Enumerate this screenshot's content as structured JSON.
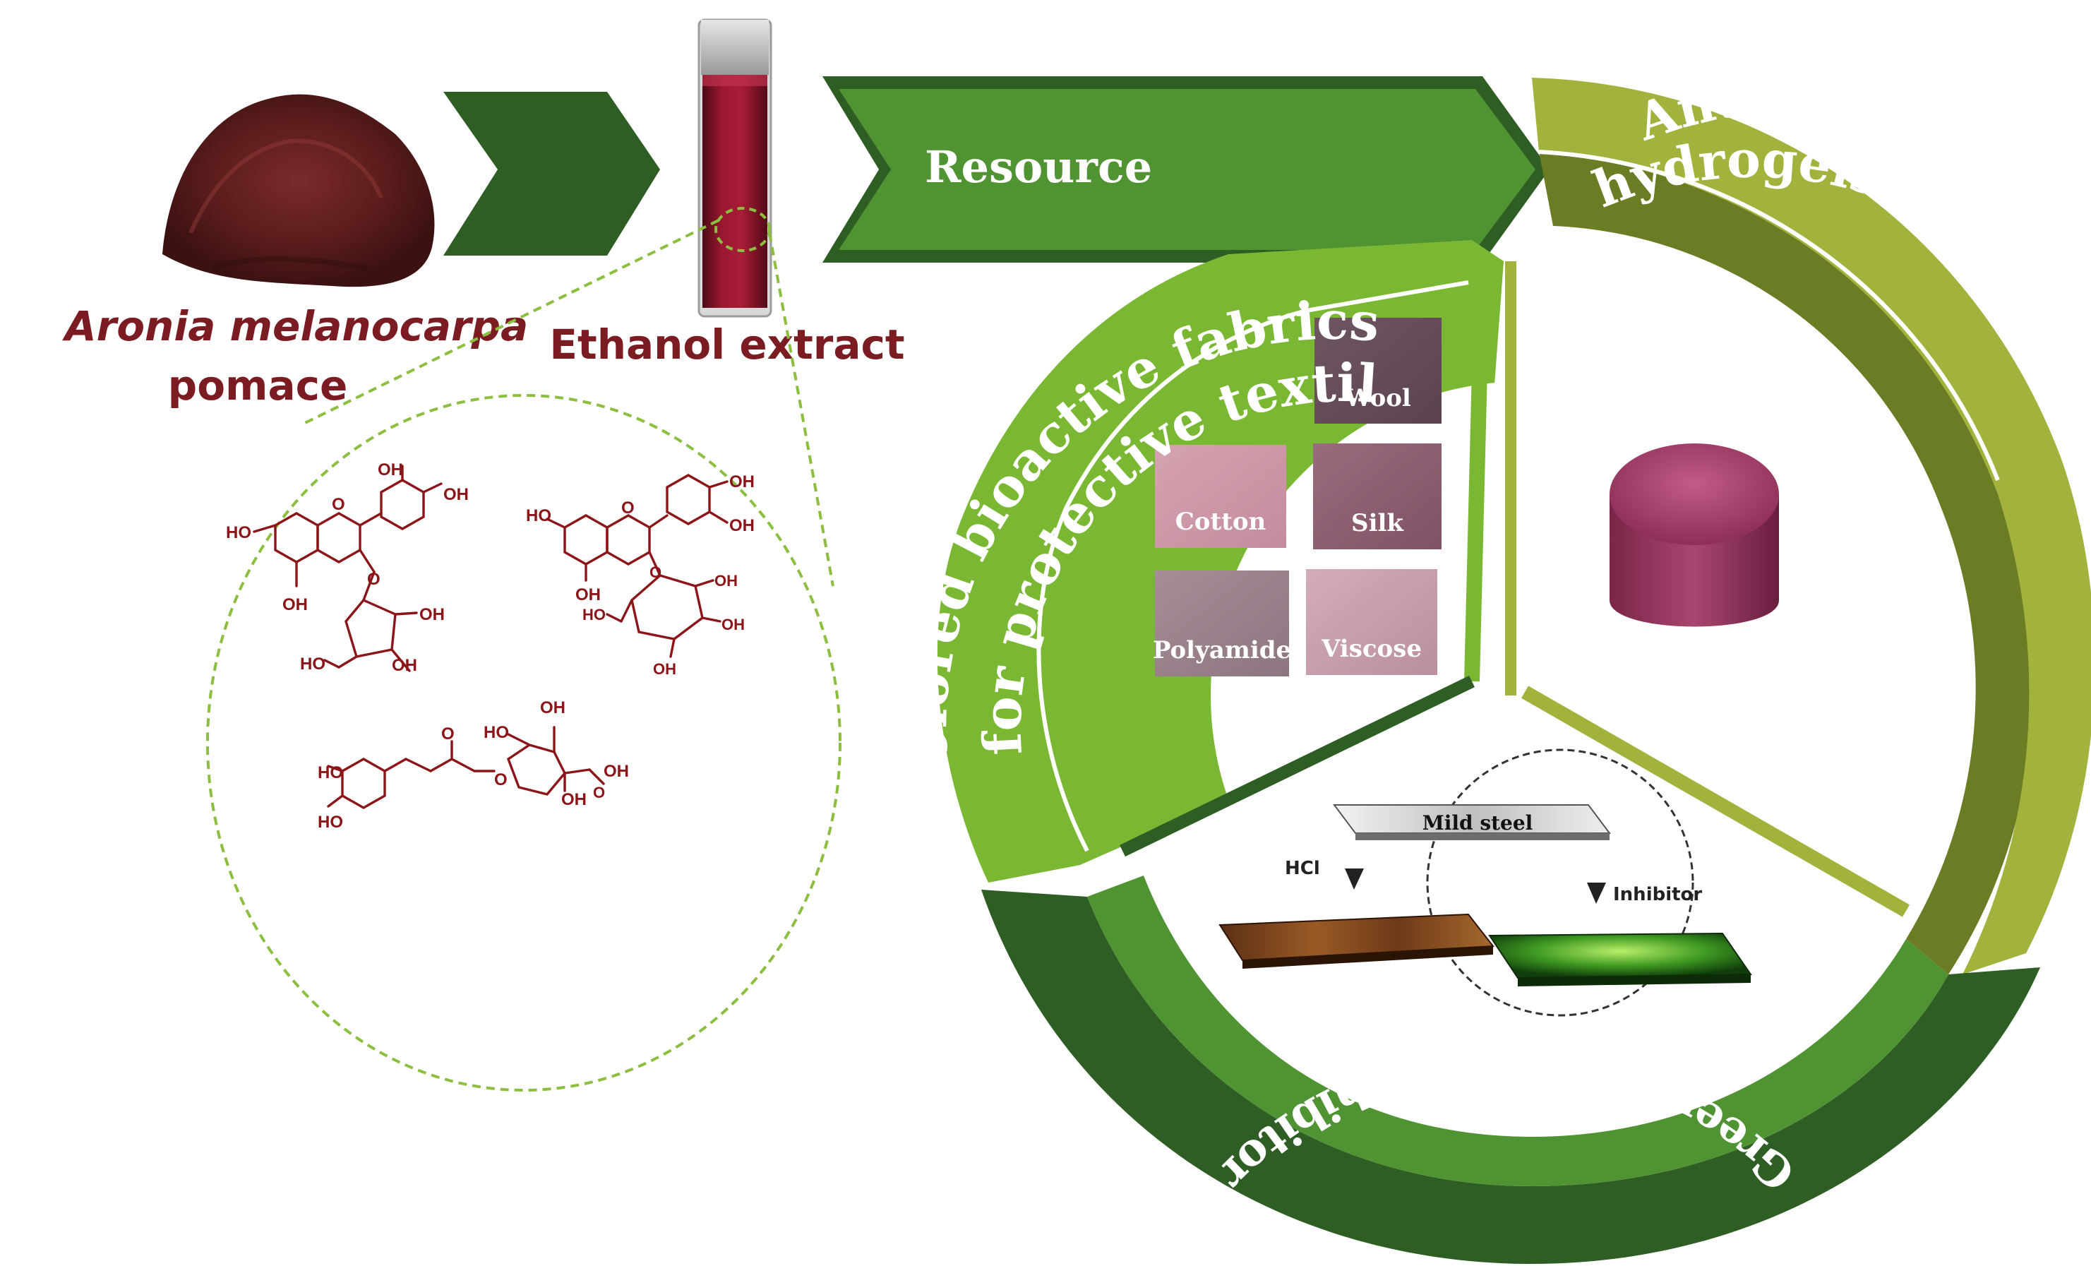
{
  "source": {
    "name_line1": "Aronia melanocarpa",
    "name_line2": "pomace",
    "extract_label": "Ethanol extract"
  },
  "arrow_label": "Resource",
  "segments": {
    "textiles": {
      "line1": "Colored  bioactive fabrics",
      "line2": "for protective  textile",
      "samples": [
        "Wool",
        "Cotton",
        "Silk",
        "Polyamide",
        "Viscose"
      ]
    },
    "hydrogel": {
      "line1": "Antioxidant  and  antibacterial",
      "line2": "hydrogelsforwound dressing"
    },
    "corrosion": {
      "label": "Green corrosion inhibitor",
      "plate_label": "Mild steel",
      "acid_label": "HCl",
      "inhibitor_label": "Inhibitor"
    }
  },
  "chemistry": {
    "oh": "OH",
    "ho": "HO",
    "o_plus": "O",
    "o": "O"
  },
  "colors": {
    "dark_green": "#2f5e24",
    "mid_green": "#4f9332",
    "light_green": "#7ab833",
    "olive": "#6b7d24",
    "olive_light": "#a3b23d",
    "maroon": "#7a1c22",
    "chem_red": "#8b1518",
    "dash_green": "#8cbf3f"
  }
}
